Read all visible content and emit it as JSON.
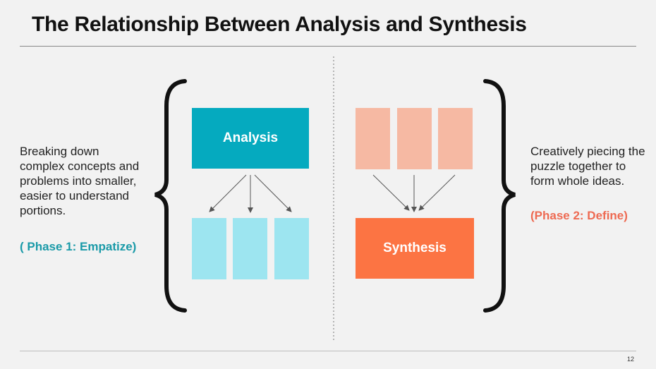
{
  "slide": {
    "title": "The Relationship Between Analysis and Synthesis",
    "page_number": "12"
  },
  "left": {
    "description": "Breaking down complex concepts and problems into smaller, easier to understand portions.",
    "phase": "( Phase 1: Empatize)"
  },
  "right": {
    "description": "Creatively piecing the puzzle together to form whole ideas.",
    "phase": "(Phase 2: Define)"
  },
  "diagram": {
    "analysis_label": "Analysis",
    "synthesis_label": "Synthesis"
  },
  "colors": {
    "analysis": "#05aabf",
    "analysis_parts": "#9de5f0",
    "synthesis": "#fc7443",
    "synthesis_parts": "#f6b9a3",
    "phase1": "#1a9aa8",
    "phase2": "#ee6a52"
  }
}
